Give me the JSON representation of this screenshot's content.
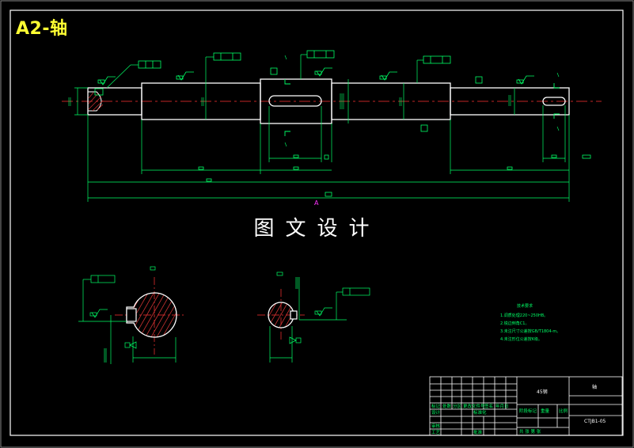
{
  "sheet": {
    "size_label": "A2-轴",
    "watermark": "图文设计"
  },
  "tech": {
    "title": "技术要求",
    "items": [
      "1.调质处理220~250HB。",
      "2.锐边倒角C1。",
      "3.未注尺寸公差按GB/T1804-m。",
      "4.未注形位公差按K级。"
    ]
  },
  "titleblock": {
    "material": "45钢",
    "part_name": "轴",
    "drawing_no": "CTJB1-05",
    "rows": [
      "标记",
      "处数",
      "分区",
      "更改文件号",
      "签名",
      "年月日"
    ],
    "design": "设计",
    "standard": "标准化",
    "review": "审核",
    "process": "工艺",
    "approve": "批准",
    "stage_mark": "阶段标记",
    "weight": "重量",
    "scale": "比例",
    "sheet_info": "共 张 第 张"
  },
  "colors": {
    "outline": "#ffffff",
    "dimension": "#00ff66",
    "centerline": "#ff3333",
    "hatch": "#cc3333",
    "frame": "#ffffff",
    "title_yellow": "#ffff33",
    "marker": "#ff33ff"
  }
}
